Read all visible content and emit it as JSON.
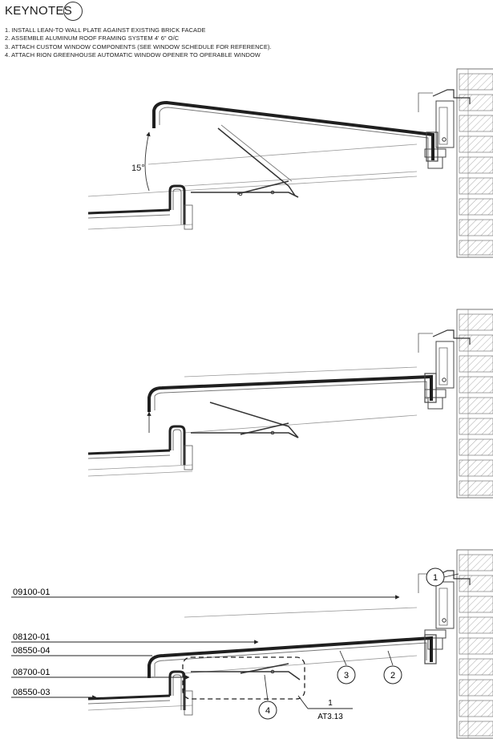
{
  "keynotes": {
    "title": "KEYNOTES",
    "items": [
      "1. INSTALL LEAN-TO WALL PLATE AGAINST EXISTING BRICK FACADE",
      "2. ASSEMBLE ALUMINUM ROOF FRAMING SYSTEM 4' 6\" O/C",
      "3. ATTACH CUSTOM WINDOW COMPONENTS (SEE WINDOW SCHEDULE FOR REFERENCE).",
      "4. ATTACH RION GREENHOUSE AUTOMATIC WINDOW OPENER TO OPERABLE WINDOW"
    ]
  },
  "view_open": {
    "angle_label": "15°"
  },
  "callouts": {
    "labels": [
      "09100-01",
      "08120-01",
      "08550-04",
      "08700-01",
      "08550-03"
    ],
    "keynote_tags": [
      "1",
      "2",
      "3",
      "4"
    ],
    "detail_ref": {
      "number": "1",
      "sheet": "AT3.13"
    }
  }
}
